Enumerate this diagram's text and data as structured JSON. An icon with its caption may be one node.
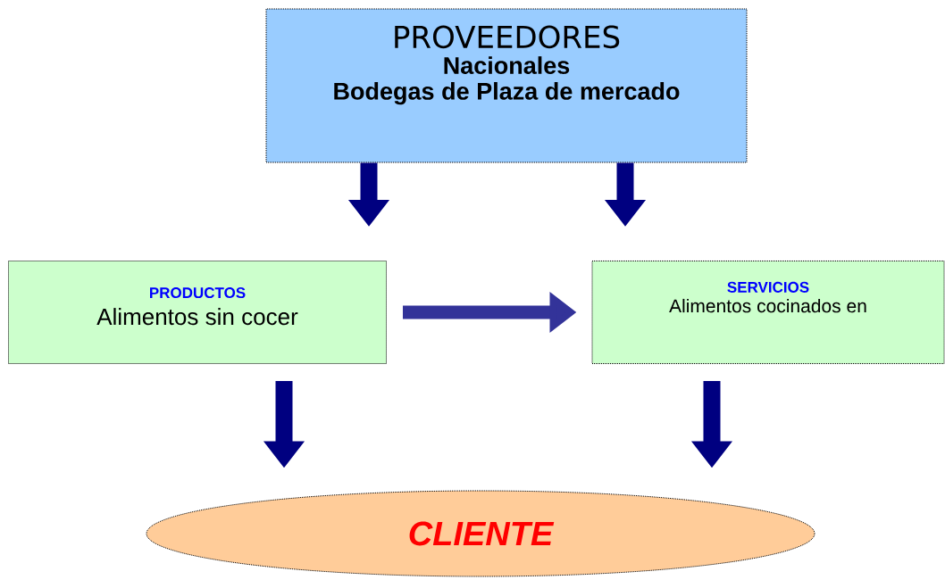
{
  "diagram": {
    "nodes": [
      {
        "text": [
          "PROVEEDORES",
          "Nacionales",
          "Bodegas de Plaza  de mercado"
        ]
      },
      {
        "text": [
          "PRODUCTOS",
          "Alimentos sin cocer"
        ]
      },
      {
        "text": [
          "SERVICIOS",
          "Alimentos cocinados en"
        ]
      },
      {
        "text": [
          "CLIENTE"
        ]
      }
    ],
    "edges": [
      {
        "from": 0,
        "to": 1,
        "arrow": "to"
      },
      {
        "from": 0,
        "to": 2,
        "arrow": "to"
      },
      {
        "from": 1,
        "to": 2,
        "arrow": "to",
        "color": "#333399"
      },
      {
        "from": 1,
        "to": 3,
        "arrow": "to"
      },
      {
        "from": 2,
        "to": 3,
        "arrow": "to"
      }
    ]
  }
}
